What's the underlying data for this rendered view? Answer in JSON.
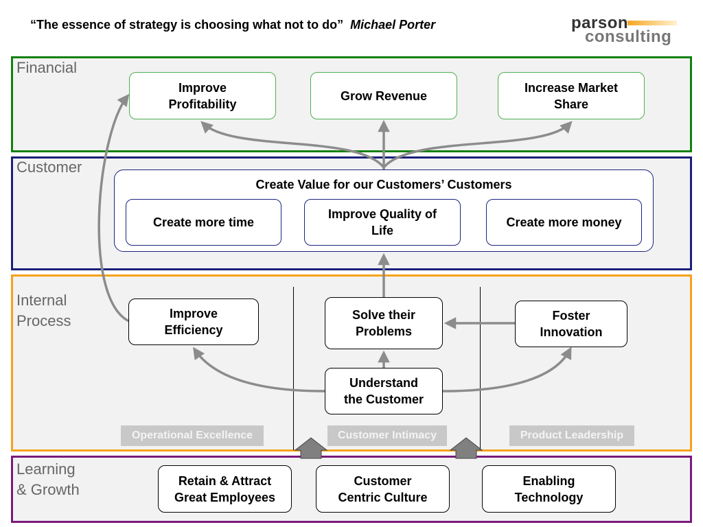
{
  "header": {
    "quote": "“The essence of strategy is choosing what not to do”",
    "author": "Michael Porter",
    "logo_line1": "parson",
    "logo_line2": "consulting"
  },
  "colors": {
    "financial": "#118011",
    "customer": "#1a1f7a",
    "internal": "#f5a21b",
    "learning": "#7a1a7a",
    "arrow": "#8c8c8c"
  },
  "bands": {
    "financial": {
      "label": "Financial",
      "boxes": [
        "Improve\nProfitability",
        "Grow Revenue",
        "Increase Market\nShare"
      ]
    },
    "customer": {
      "label": "Customer",
      "group_title": "Create Value for our Customers’ Customers",
      "boxes": [
        "Create more time",
        "Improve Quality of\nLife",
        "Create more money"
      ]
    },
    "internal": {
      "label": "Internal\nProcess",
      "boxes": {
        "efficiency": "Improve\nEfficiency",
        "solve": "Solve their\nProblems",
        "innovation": "Foster\nInnovation",
        "understand": "Understand\nthe Customer"
      },
      "tags": [
        "Operational Excellence",
        "Customer Intimacy",
        "Product Leadership"
      ]
    },
    "learning": {
      "label": "Learning\n& Growth",
      "boxes": [
        "Retain & Attract\nGreat Employees",
        "Customer\nCentric Culture",
        "Enabling\nTechnology"
      ]
    }
  }
}
